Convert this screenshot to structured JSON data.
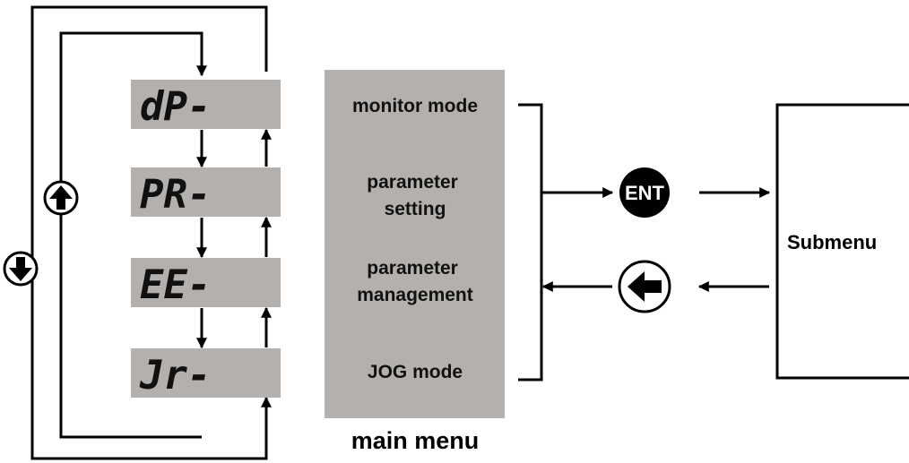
{
  "displays": [
    {
      "code": "dP-"
    },
    {
      "code": "PR-"
    },
    {
      "code": "EE-"
    },
    {
      "code": "Jr-"
    }
  ],
  "menu_items": [
    {
      "lines": [
        "monitor mode"
      ]
    },
    {
      "lines": [
        "parameter",
        "setting"
      ]
    },
    {
      "lines": [
        "parameter",
        "management"
      ]
    },
    {
      "lines": [
        "JOG mode"
      ]
    }
  ],
  "main_menu_caption": "main menu",
  "submenu_label": "Submenu",
  "enter_button": {
    "label": "ENT",
    "icon": "enter-icon"
  },
  "back_button": {
    "icon": "left-arrow-icon"
  },
  "up_button": {
    "icon": "up-arrow-icon"
  },
  "down_button": {
    "icon": "down-arrow-icon"
  },
  "colors": {
    "panel": "#b3b0ad",
    "line": "#000000",
    "button_fill": "#000000"
  }
}
